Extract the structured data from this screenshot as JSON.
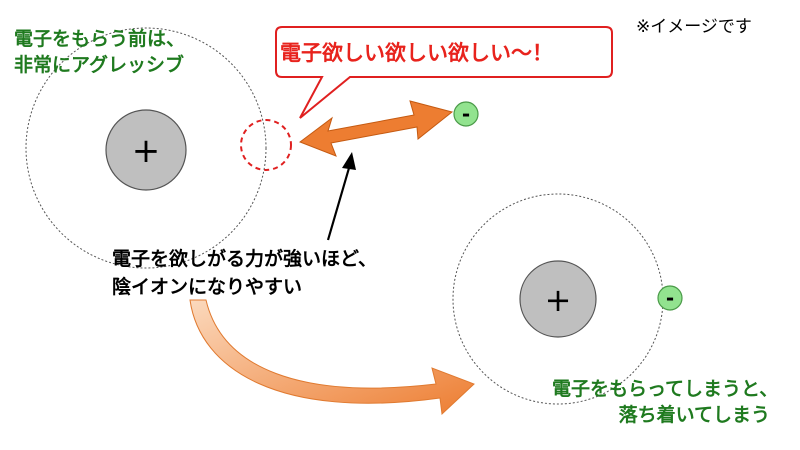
{
  "note": "※イメージです",
  "left_atom": {
    "caption_lines": [
      "電子をもらう前は、",
      "非常にアグレッシブ"
    ],
    "nucleus_symbol": "+"
  },
  "speech_bubble": {
    "text": "電子欲しい欲しい欲しい～！"
  },
  "free_electron": {
    "symbol": "-"
  },
  "explanation": {
    "lines": [
      "電子を欲しがる力が強いほど、",
      "陰イオンになりやすい"
    ]
  },
  "right_atom": {
    "nucleus_symbol": "+",
    "electron_symbol": "-",
    "caption_lines": [
      "電子をもらってしまうと、",
      "落ち着いてしまう"
    ]
  },
  "colors": {
    "caption_green": "#1f7a1f",
    "bubble_red": "#e8231d",
    "arrow_orange": "#ed7d31",
    "electron_fill": "#92e38f",
    "nucleus_fill": "#bfbfbf"
  }
}
